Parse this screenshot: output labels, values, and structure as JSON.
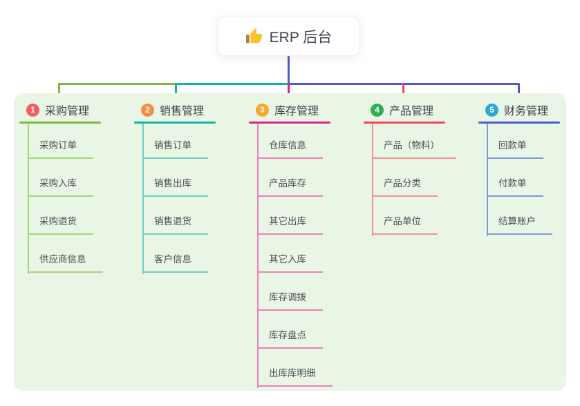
{
  "root": {
    "title": "ERP 后台",
    "icon": "thumbs-up-icon"
  },
  "canvas": {
    "background": "#ffffff",
    "panel_background": "#eaf6e5",
    "trunk_color": "#4a5ad2",
    "title_color": "#3e4350",
    "thumb_color": "#fbc02d",
    "thumb_cuff_color": "#c07b2d"
  },
  "branches": [
    {
      "badge": "1",
      "label": "采购管理",
      "colors": {
        "badge": "#f25d68",
        "line": "#7cb93e",
        "tint": "#a5d473"
      },
      "children": [
        "采购订单",
        "采购入库",
        "采购退货",
        "供应商信息"
      ]
    },
    {
      "badge": "2",
      "label": "销售管理",
      "colors": {
        "badge": "#f78c44",
        "line": "#12b3a6",
        "tint": "#6fcfc4"
      },
      "children": [
        "销售订单",
        "销售出库",
        "销售退货",
        "客户信息"
      ]
    },
    {
      "badge": "3",
      "label": "库存管理",
      "colors": {
        "badge": "#f5a82c",
        "line": "#e0218a",
        "tint": "#ef7fb9"
      },
      "children": [
        "仓库信息",
        "产品库存",
        "其它出库",
        "其它入库",
        "库存调拨",
        "库存盘点",
        "出库库明细"
      ]
    },
    {
      "badge": "4",
      "label": "产品管理",
      "colors": {
        "badge": "#2eb052",
        "line": "#f1475c",
        "tint": "#f58f96"
      },
      "children": [
        "产品（物料）",
        "产品分类",
        "产品单位"
      ]
    },
    {
      "badge": "5",
      "label": "财务管理",
      "colors": {
        "badge": "#2aa7dd",
        "line": "#4a5ad2",
        "tint": "#8496d8"
      },
      "children": [
        "回款单",
        "付款单",
        "结算账户"
      ]
    }
  ]
}
